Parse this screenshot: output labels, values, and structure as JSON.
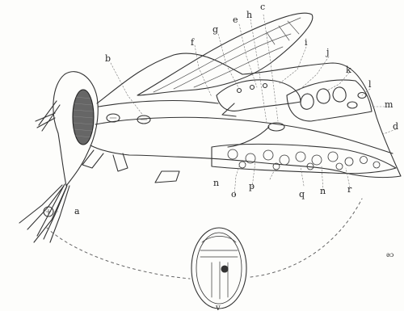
{
  "labels": {
    "a": "a",
    "b": "b",
    "c": "c",
    "d": "d",
    "e": "e",
    "f": "f",
    "g": "g",
    "h": "h",
    "i": "i",
    "j": "j",
    "k": "k",
    "l": "l",
    "m": "m",
    "n": "n",
    "n2": "n",
    "o": "o",
    "p": "p",
    "q": "q",
    "r": "r",
    "v": "v"
  },
  "corner_mark": "ǝɔ"
}
